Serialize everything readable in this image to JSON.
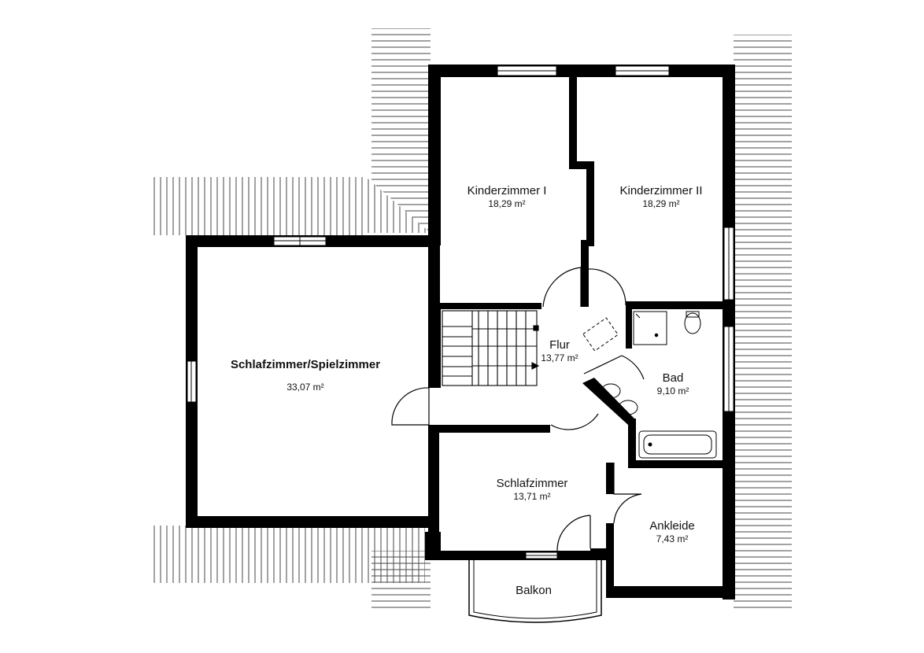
{
  "rooms": {
    "schlafzimmer_spielzimmer": {
      "name": "Schlafzimmer/Spielzimmer",
      "area": "33,07 m²"
    },
    "kinderzimmer_1": {
      "name": "Kinderzimmer I",
      "area": "18,29 m²"
    },
    "kinderzimmer_2": {
      "name": "Kinderzimmer II",
      "area": "18,29 m²"
    },
    "flur": {
      "name": "Flur",
      "area": "13,77 m²"
    },
    "bad": {
      "name": "Bad",
      "area": "9,10 m²"
    },
    "schlafzimmer": {
      "name": "Schlafzimmer",
      "area": "13,71 m²"
    },
    "ankleide": {
      "name": "Ankleide",
      "area": "7,43 m²"
    },
    "balkon": {
      "name": "Balkon"
    }
  },
  "colors": {
    "wall": "#000000",
    "background": "#ffffff",
    "roof_lines": "#555555"
  }
}
